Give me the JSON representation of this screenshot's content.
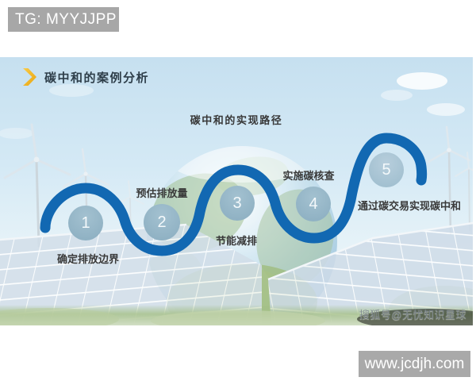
{
  "page": {
    "tg_badge": "TG: MYYJJPP",
    "website_badge": "www.jcdjh.com"
  },
  "slide": {
    "title": "碳中和的案例分析",
    "diagram_title": "碳中和的实现路径",
    "watermark": "搜狐号@无忧知识星球",
    "steps": [
      {
        "num": "1",
        "label": "确定排放边界"
      },
      {
        "num": "2",
        "label": "预估排放量"
      },
      {
        "num": "3",
        "label": "节能减排"
      },
      {
        "num": "4",
        "label": "实施碳核查"
      },
      {
        "num": "5",
        "label": "通过碳交易实现碳中和"
      }
    ],
    "colors": {
      "path_blue": "#1268b2",
      "step_circle": "#8fb2c3",
      "step_circle_light": "#a6c3d3",
      "accent_gold": "#f3b81f",
      "badge_gray": "#a7a7a7"
    }
  }
}
